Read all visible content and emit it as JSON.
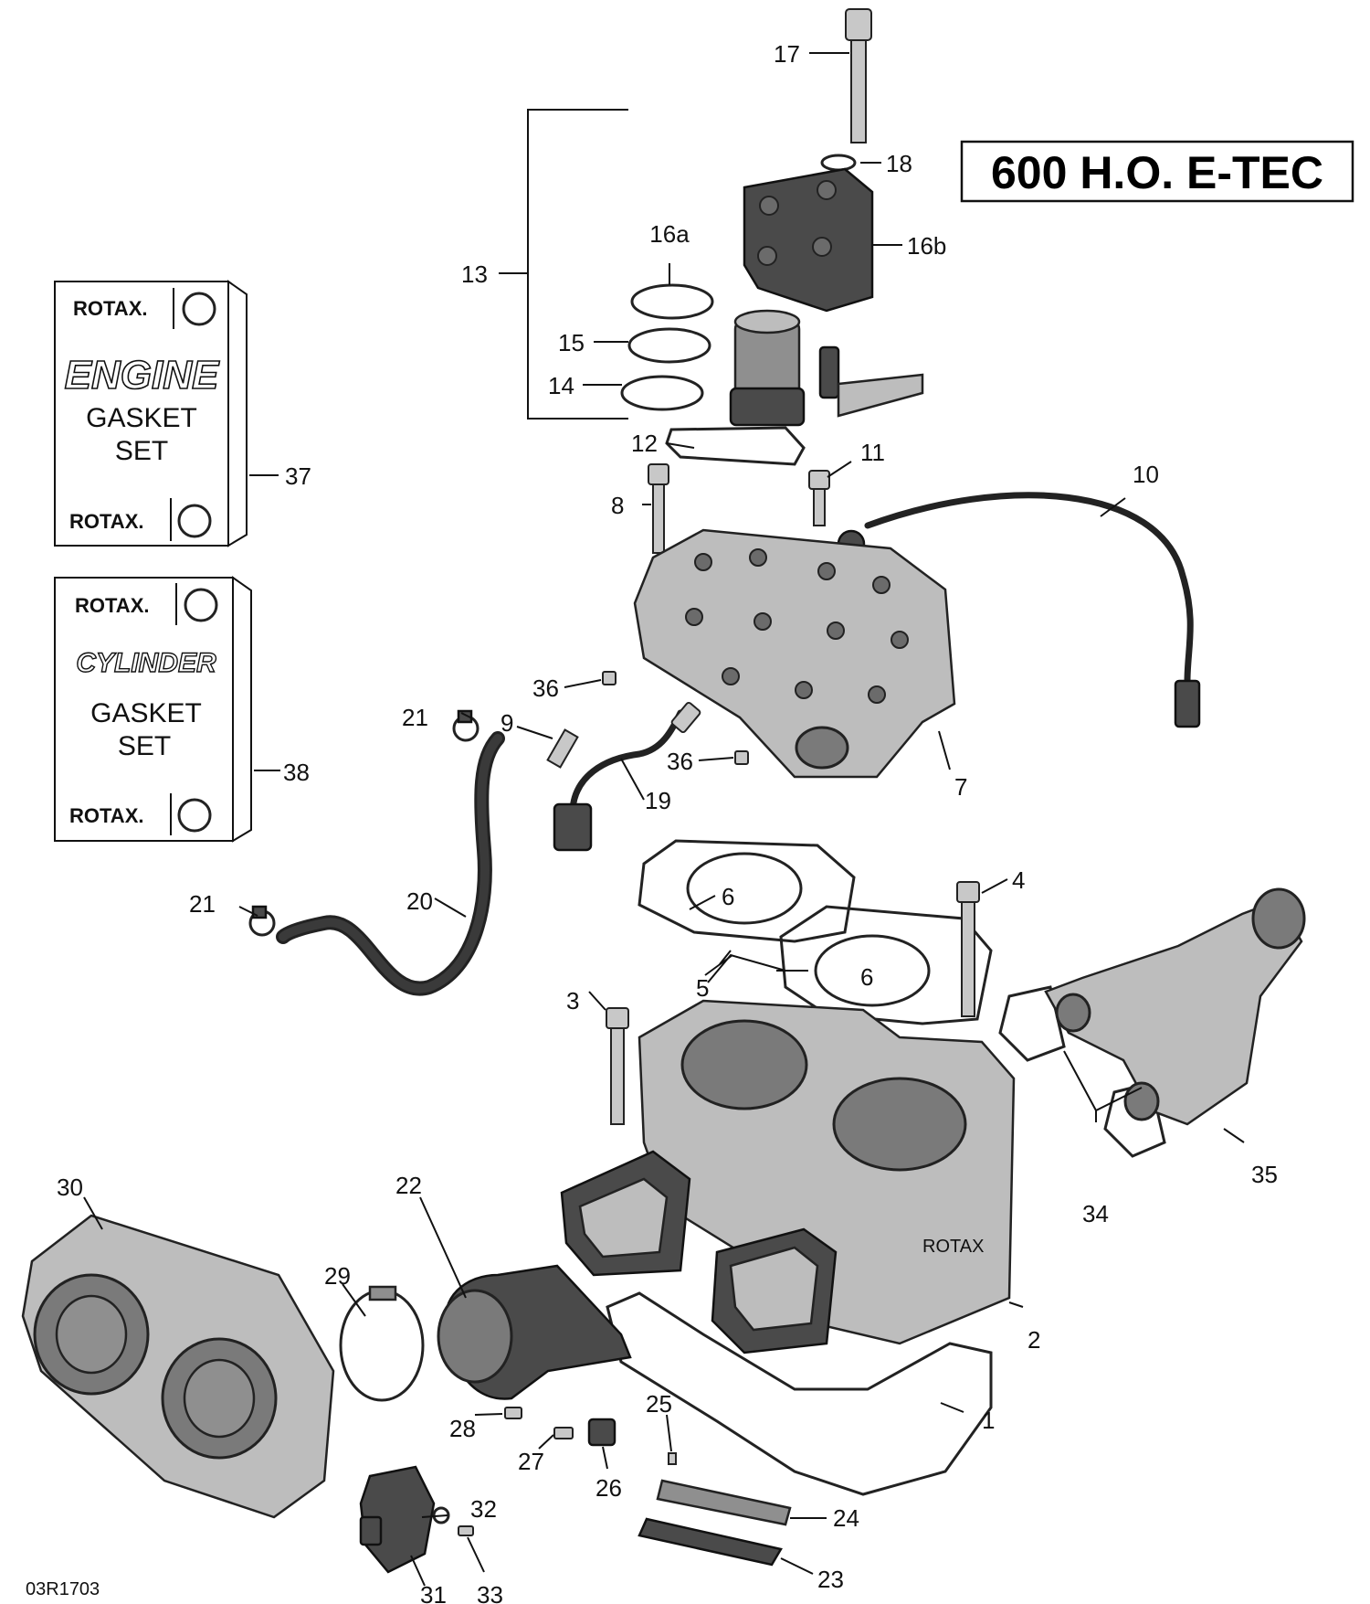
{
  "title": "600 H.O. E-TEC",
  "figure_ref": "03R1703",
  "gasket_sets": [
    {
      "brand_top": "ROTAX.",
      "line1": "ENGINE",
      "line2": "GASKET",
      "line3": "SET",
      "brand_bottom": "ROTAX."
    },
    {
      "brand_top": "ROTAX.",
      "line1": "CYLINDER",
      "line2": "GASKET",
      "line3": "SET",
      "brand_bottom": "ROTAX."
    }
  ],
  "callouts": {
    "c1": "1",
    "c2": "2",
    "c3": "3",
    "c4": "4",
    "c5": "5",
    "c6a": "6",
    "c6b": "6",
    "c7": "7",
    "c8": "8",
    "c9": "9",
    "c10": "10",
    "c11": "11",
    "c12": "12",
    "c13": "13",
    "c14": "14",
    "c15": "15",
    "c16a": "16a",
    "c16b": "16b",
    "c17": "17",
    "c18": "18",
    "c19": "19",
    "c20": "20",
    "c21a": "21",
    "c21b": "21",
    "c22": "22",
    "c23": "23",
    "c24": "24",
    "c25": "25",
    "c26": "26",
    "c27": "27",
    "c28": "28",
    "c29": "29",
    "c30": "30",
    "c31": "31",
    "c32": "32",
    "c33": "33",
    "c34": "34",
    "c35": "35",
    "c36a": "36",
    "c36b": "36",
    "c37": "37",
    "c38": "38"
  },
  "colors": {
    "ink": "#111111",
    "part_fill": "#bdbdbd",
    "dark_part": "#4a4a4a"
  }
}
